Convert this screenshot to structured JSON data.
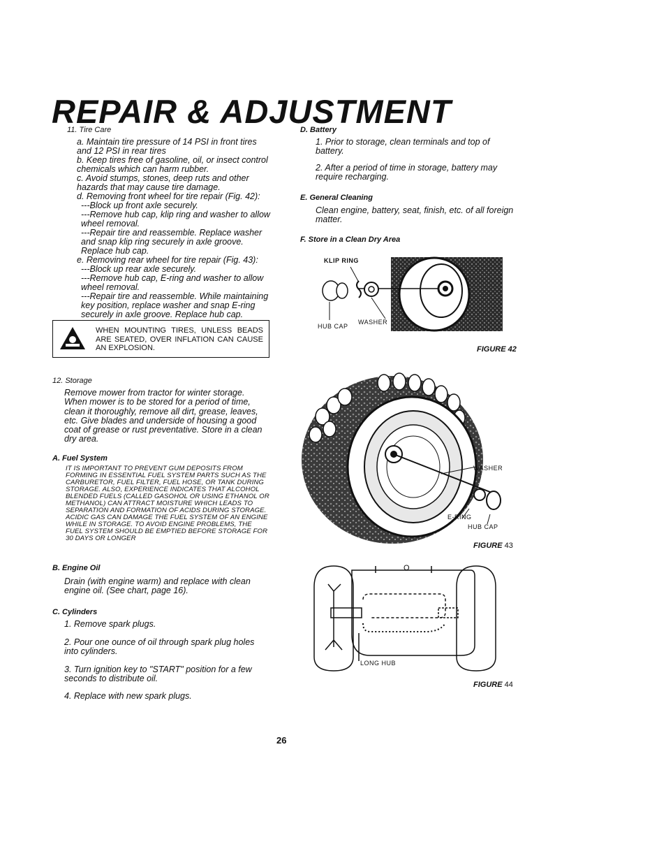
{
  "title": "REPAIR & ADJUSTMENT",
  "tire_care": {
    "heading": "11. Tire Care",
    "a": "a. Maintain tire pressure of 14 PSI in front tires and 12 PSI in rear tires",
    "b": "b. Keep tires free of gasoline, oil, or insect control chemicals which can harm rubber.",
    "c": "c. Avoid stumps, stones, deep ruts and other hazards that may cause tire damage.",
    "d": "d. Removing front wheel for tire repair (Fig. 42):",
    "d1": "---Block up front axle securely.",
    "d2": "---Remove hub cap, klip ring and washer to allow wheel removal.",
    "d3": "---Repair tire and reassemble. Replace washer and snap klip ring securely in axle groove. Replace hub cap.",
    "e": "e. Removing rear wheel for tire repair (Fig. 43):",
    "e1": "---Block up rear axle securely.",
    "e2": "---Remove hub cap, E-ring and washer to allow wheel removal.",
    "e3": "---Repair tire and reassemble. While maintaining key position, replace washer and snap E-ring securely in axle groove. Replace hub cap."
  },
  "warning": "WHEN MOUNTING TIRES, UNLESS BEADS ARE SEATED, OVER INFLATION CAN CAUSE AN EXPLOSION.",
  "storage": {
    "heading": "12. Storage",
    "body": "Remove mower from tractor for winter storage. When mower is to be stored for a period of time, clean it thoroughly, remove all dirt, grease, leaves, etc. Give blades and underside of housing a good coat of grease or rust preventative. Store in a clean dry area."
  },
  "fuel": {
    "heading": "A. Fuel System",
    "body": "IT IS IMPORTANT TO PREVENT GUM DEPOSITS FROM FORMING IN ESSENTIAL FUEL SYSTEM PARTS SUCH AS THE CARBURETOR, FUEL FILTER, FUEL HOSE, OR TANK DURING STORAGE. ALSO, EXPERIENCE INDICATES THAT ALCOHOL BLENDED FUELS (CALLED GASOHOL OR USING ETHANOL OR METHANOL) CAN ATTRACT MOISTURE WHICH LEADS TO SEPARATION AND FORMATION OF ACIDS DURING STORAGE. ACIDIC GAS CAN DAMAGE THE FUEL SYSTEM OF AN ENGINE WHILE IN STORAGE. TO AVOID ENGINE PROBLEMS, THE FUEL SYSTEM SHOULD BE EMPTIED BEFORE STORAGE FOR 30 DAYS OR LONGER"
  },
  "engine_oil": {
    "heading": "B. Engine Oil",
    "body": "Drain (with engine warm) and replace with clean engine oil. (See chart, page 16)."
  },
  "cylinders": {
    "heading": "C. Cylinders",
    "s1": "1. Remove spark plugs.",
    "s2": "2. Pour one ounce of oil through spark plug holes into cylinders.",
    "s3": "3. Turn ignition key to \"START\" position for a few seconds to distribute oil.",
    "s4": "4. Replace with new spark plugs."
  },
  "battery": {
    "heading": "D. Battery",
    "s1": "1. Prior to storage, clean terminals and top of battery.",
    "s2": "2. After a period of time in storage, battery may require recharging."
  },
  "general_cleaning": {
    "heading": "E. General Cleaning",
    "body": "Clean engine, battery, seat, finish, etc. of all foreign matter."
  },
  "store_dry": {
    "heading": "F. Store in a Clean Dry Area"
  },
  "fig42": {
    "klip_ring": "KLIP RING",
    "washer": "WASHER",
    "hub_cap": "HUB CAP",
    "caption": "FIGURE 42"
  },
  "fig43": {
    "washer": "WASHER",
    "e_ring": "E-RING",
    "hub_cap": "HUB CAP",
    "caption_word": "FIGURE",
    "caption_num": "43"
  },
  "fig44": {
    "long_hub": "LONG HUB",
    "mark": "O",
    "caption_word": "FIGURE",
    "caption_num": "44"
  },
  "page_number": "26"
}
